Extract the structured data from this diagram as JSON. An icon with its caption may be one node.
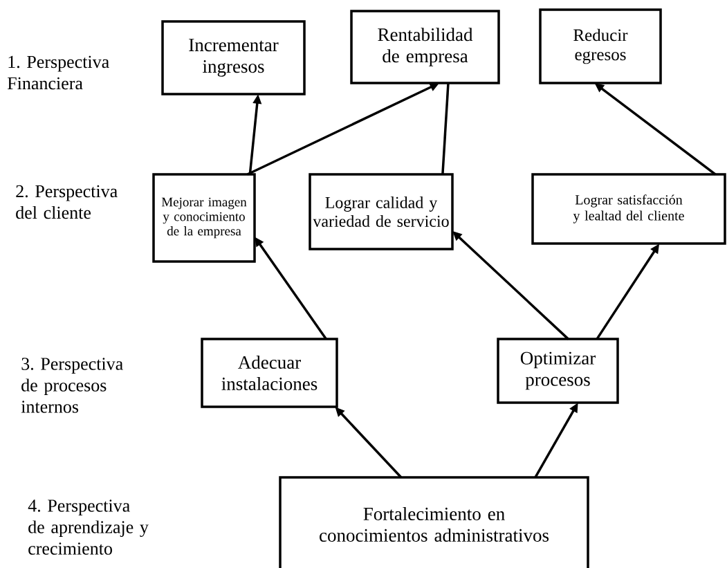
{
  "diagram": {
    "nodes": [
      {
        "text": [
          "Incrementar ingresos"
        ]
      },
      {
        "text": [
          "Rentabilidad de empresa"
        ]
      },
      {
        "text": [
          "Reducir egresos"
        ]
      },
      {
        "text": [
          "Mejorar imagen y conocimiento de la empresa"
        ]
      },
      {
        "text": [
          "Lograr calidad y variedad de servicio"
        ]
      },
      {
        "text": [
          "Lograr satisfacción y lealtad del cliente"
        ]
      },
      {
        "text": [
          "Adecuar instalaciones"
        ]
      },
      {
        "text": [
          "Optimizar procesos"
        ]
      },
      {
        "text": [
          "Fortalecimiento en conocimientos administrativos"
        ]
      }
    ],
    "edges": [
      {
        "from": 3,
        "to": 0,
        "arrow": "to"
      },
      {
        "from": 3,
        "to": 1,
        "arrow": "to"
      },
      {
        "from": 4,
        "to": 1,
        "arrow": "none"
      },
      {
        "from": 5,
        "to": 2,
        "arrow": "to"
      },
      {
        "from": 6,
        "to": 3,
        "arrow": "to"
      },
      {
        "from": 7,
        "to": 4,
        "arrow": "to"
      },
      {
        "from": 7,
        "to": 5,
        "arrow": "to"
      },
      {
        "from": 8,
        "to": 6,
        "arrow": "to"
      },
      {
        "from": 8,
        "to": 7,
        "arrow": "to"
      }
    ],
    "labels": [
      "1. Perspectiva Financiera",
      "2. Perspectiva del cliente",
      "3. Perspectiva de procesos internos",
      "4. Perspectiva de aprendizaje y crecimiento"
    ]
  }
}
